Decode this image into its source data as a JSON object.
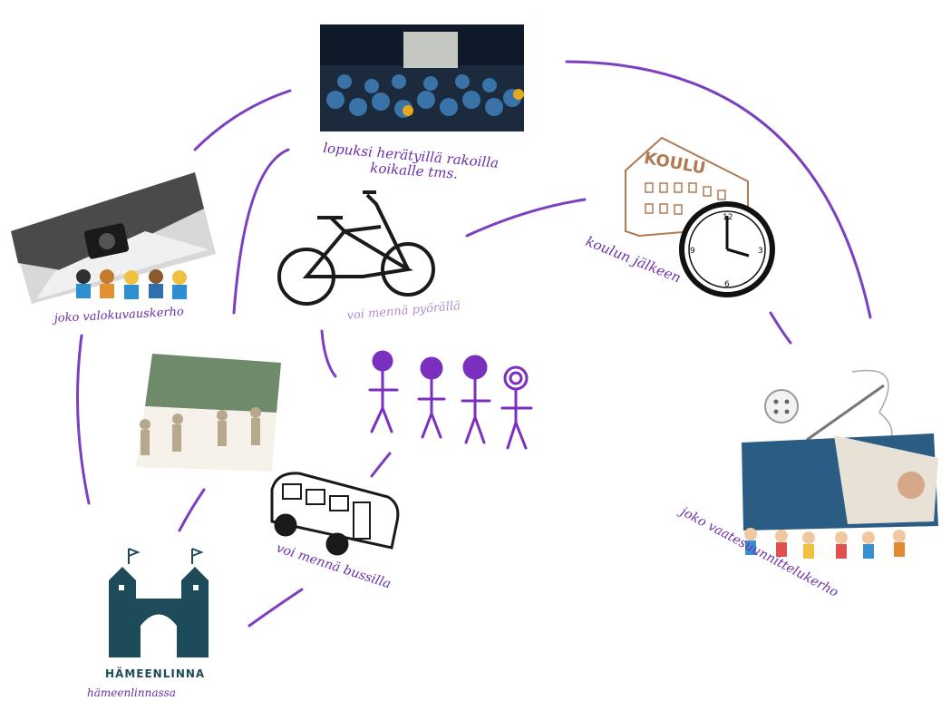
{
  "nodes": {
    "concert": {
      "caption_line1": "lopuksi herätyillä rakoilla",
      "caption_line2": "koikalle tms."
    },
    "nature_photo": {
      "caption": "joko valokuvauskerho"
    },
    "bicycle": {
      "caption": "voi mennä pyörällä"
    },
    "school": {
      "sign": "KOULU",
      "caption": "koulun jälkeen"
    },
    "crafts": {
      "caption": "joko vaatesuunnittelukerho"
    },
    "bus": {
      "caption": "voi mennä bussilla"
    },
    "hameenlinna": {
      "logo_text": "HÄMEENLINNA",
      "caption": "hämeenlinnassa"
    }
  },
  "colors": {
    "ink": "#6a2fa6",
    "logo": "#1d4b5a",
    "stick": "#7b2fbf"
  }
}
